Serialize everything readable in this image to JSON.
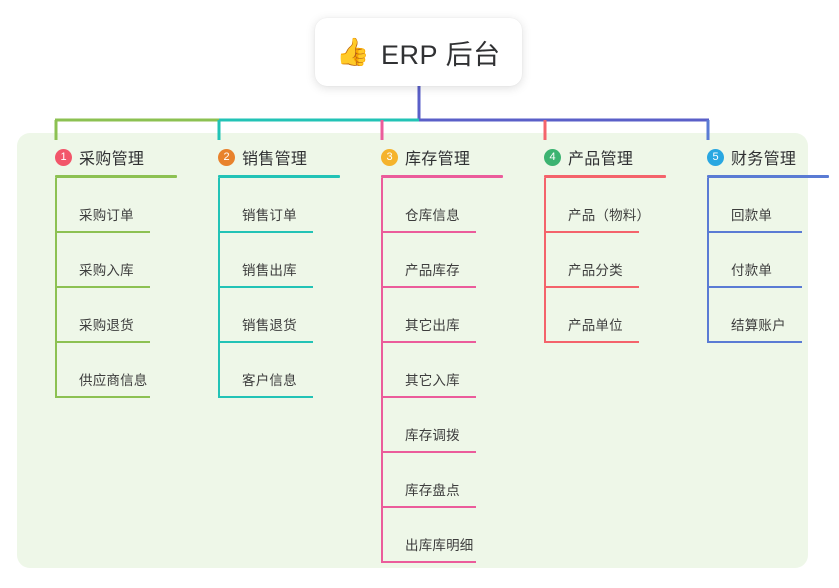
{
  "root": {
    "icon": "thumbs-up-emoji",
    "emoji": "👍",
    "title": "ERP 后台"
  },
  "theme": {
    "panel_bg": "#EEF7E8",
    "page_bg": "#FFFFFF",
    "root_stem": "#5A5FC8",
    "text": "#303133"
  },
  "columns": [
    {
      "number": "1",
      "title": "采购管理",
      "badge_color": "#F2566A",
      "line_color": "#8CC152",
      "items": [
        {
          "label": "采购订单"
        },
        {
          "label": "采购入库"
        },
        {
          "label": "采购退货"
        },
        {
          "label": "供应商信息"
        }
      ]
    },
    {
      "number": "2",
      "title": "销售管理",
      "badge_color": "#E8822C",
      "line_color": "#22C3B6",
      "items": [
        {
          "label": "销售订单"
        },
        {
          "label": "销售出库"
        },
        {
          "label": "销售退货"
        },
        {
          "label": "客户信息"
        }
      ]
    },
    {
      "number": "3",
      "title": "库存管理",
      "badge_color": "#F5B32C",
      "line_color": "#EB5C9B",
      "items": [
        {
          "label": "仓库信息"
        },
        {
          "label": "产品库存"
        },
        {
          "label": "其它出库"
        },
        {
          "label": "其它入库"
        },
        {
          "label": "库存调拨"
        },
        {
          "label": "库存盘点"
        },
        {
          "label": "出库库明细"
        }
      ]
    },
    {
      "number": "4",
      "title": "产品管理",
      "badge_color": "#3CB371",
      "line_color": "#F4636B",
      "items": [
        {
          "label": "产品（物料）"
        },
        {
          "label": "产品分类"
        },
        {
          "label": "产品单位"
        }
      ]
    },
    {
      "number": "5",
      "title": "财务管理",
      "badge_color": "#29A7E1",
      "line_color": "#5A7BD4",
      "items": [
        {
          "label": "回款单"
        },
        {
          "label": "付款单"
        },
        {
          "label": "结算账户"
        }
      ]
    }
  ]
}
